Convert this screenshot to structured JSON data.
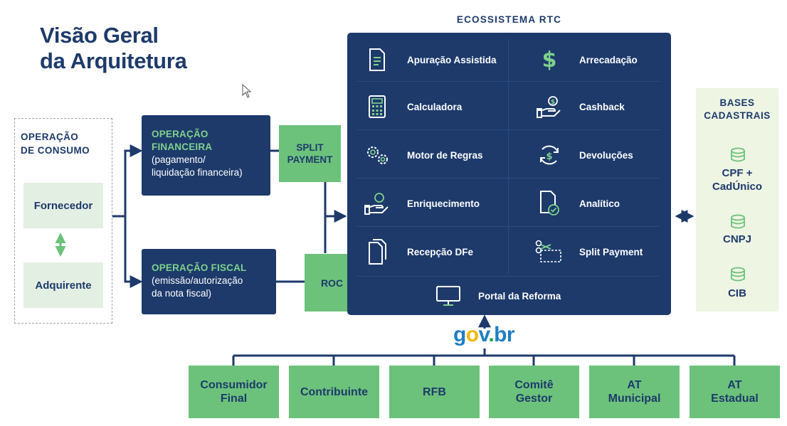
{
  "title": {
    "line1": "Visão Geral",
    "line2": "da Arquitetura"
  },
  "consumo": {
    "title_line1": "OPERAÇÃO",
    "title_line2": "DE CONSUMO",
    "fornecedor": "Fornecedor",
    "adquirente": "Adquirente"
  },
  "financeira": {
    "label_line1": "OPERAÇÃO",
    "label_line2": "FINANCEIRA",
    "desc_line1": "(pagamento/",
    "desc_line2": "liquidação financeira)"
  },
  "fiscal": {
    "label": "OPERAÇÃO FISCAL",
    "desc_line1": "(emissão/autorização",
    "desc_line2": "da nota fiscal)"
  },
  "split_payment_box": {
    "line1": "SPLIT",
    "line2": "PAYMENT"
  },
  "roc_box": "ROC",
  "ecossistema": {
    "title": "ECOSSISTEMA RTC",
    "left_items": [
      {
        "label": "Apuração Assistida",
        "icon": "document-icon"
      },
      {
        "label": "Calculadora",
        "icon": "calculator-icon"
      },
      {
        "label": "Motor de Regras",
        "icon": "gears-icon"
      },
      {
        "label": "Enriquecimento",
        "icon": "hand-coin-icon"
      },
      {
        "label": "Recepção DFe",
        "icon": "documents-icon"
      }
    ],
    "right_items": [
      {
        "label": "Arrecadação",
        "icon": "dollar-icon"
      },
      {
        "label": "Cashback",
        "icon": "hand-money-icon"
      },
      {
        "label": "Devoluções",
        "icon": "refund-icon"
      },
      {
        "label": "Analítico",
        "icon": "file-check-icon"
      },
      {
        "label": "Split Payment",
        "icon": "scissors-icon"
      }
    ],
    "portal": {
      "label": "Portal da Reforma",
      "icon": "monitor-icon"
    }
  },
  "bases": {
    "title_line1": "BASES",
    "title_line2": "CADASTRAIS",
    "cpf_line1": "CPF +",
    "cpf_line2": "CadÚnico",
    "cnpj": "CNPJ",
    "cib": "CIB"
  },
  "govbr": {
    "g": "g",
    "o": "o",
    "v": "v",
    "dot": ".",
    "b": "b",
    "r": "r"
  },
  "bottom": [
    {
      "line1": "Consumidor",
      "line2": "Final"
    },
    {
      "line1": "Contribuinte",
      "line2": ""
    },
    {
      "line1": "RFB",
      "line2": ""
    },
    {
      "line1": "Comitê",
      "line2": "Gestor"
    },
    {
      "line1": "AT",
      "line2": "Municipal"
    },
    {
      "line1": "AT",
      "line2": "Estadual"
    }
  ],
  "colors": {
    "navy": "#1d3a6b",
    "green": "#6cc27b",
    "light_green": "#7fd18c",
    "pale_green": "#e4efe3",
    "bases_bg": "#eef5e3"
  }
}
